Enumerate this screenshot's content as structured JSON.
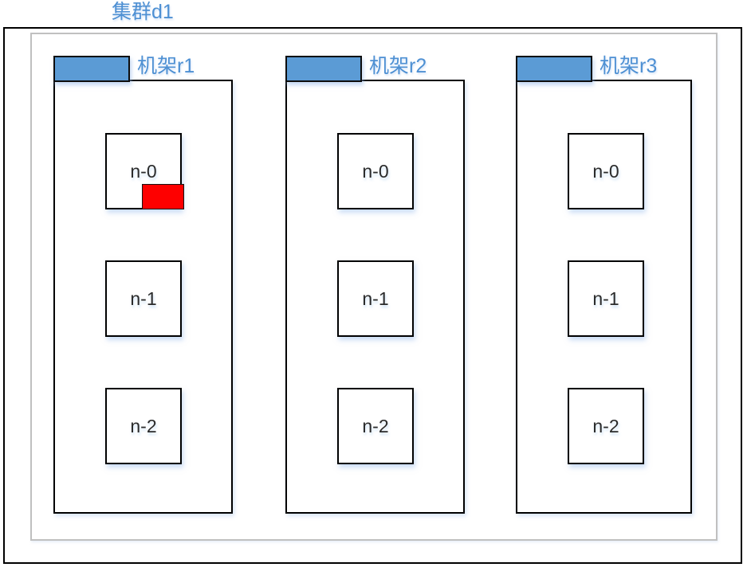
{
  "diagram": {
    "title": "集群d1",
    "racks": [
      {
        "id": "r1",
        "label": "机架r1",
        "nodes": [
          {
            "label": "n-0",
            "has_failure_marker": true
          },
          {
            "label": "n-1",
            "has_failure_marker": false
          },
          {
            "label": "n-2",
            "has_failure_marker": false
          }
        ]
      },
      {
        "id": "r2",
        "label": "机架r2",
        "nodes": [
          {
            "label": "n-0",
            "has_failure_marker": false
          },
          {
            "label": "n-1",
            "has_failure_marker": false
          },
          {
            "label": "n-2",
            "has_failure_marker": false
          }
        ]
      },
      {
        "id": "r3",
        "label": "机架r3",
        "nodes": [
          {
            "label": "n-0",
            "has_failure_marker": false
          },
          {
            "label": "n-1",
            "has_failure_marker": false
          },
          {
            "label": "n-2",
            "has_failure_marker": false
          }
        ]
      }
    ]
  },
  "colors": {
    "accent_blue_fill": "#5b9bd5",
    "label_blue_text": "#4e90d3",
    "failure_marker_red": "#fe0000",
    "inner_boundary_gray": "#c0c0c0",
    "border_black": "#000000"
  }
}
